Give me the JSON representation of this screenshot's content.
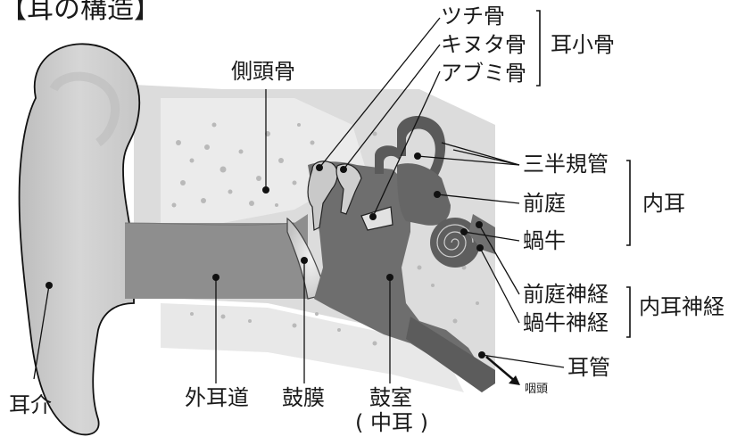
{
  "title": "【耳の構造】",
  "labels": {
    "sokutoukotsu": "側頭骨",
    "tsuchi": "ツチ骨",
    "kinuta": "キヌタ骨",
    "abumi": "アブミ骨",
    "jishoukotsu": "耳小骨",
    "sanhankikan": "三半規管",
    "zentei": "前庭",
    "kagyu": "蝸牛",
    "naiji": "内耳",
    "zentei_shinkei": "前庭神経",
    "kagyu_shinkei": "蝸牛神経",
    "naiji_shinkei": "内耳神経",
    "jikan": "耳管",
    "intou": "咽頭",
    "jikai": "耳介",
    "gaijidou": "外耳道",
    "komaku": "鼓膜",
    "koshitsu": "鼓室",
    "chuuji": "( 中耳 )"
  }
}
